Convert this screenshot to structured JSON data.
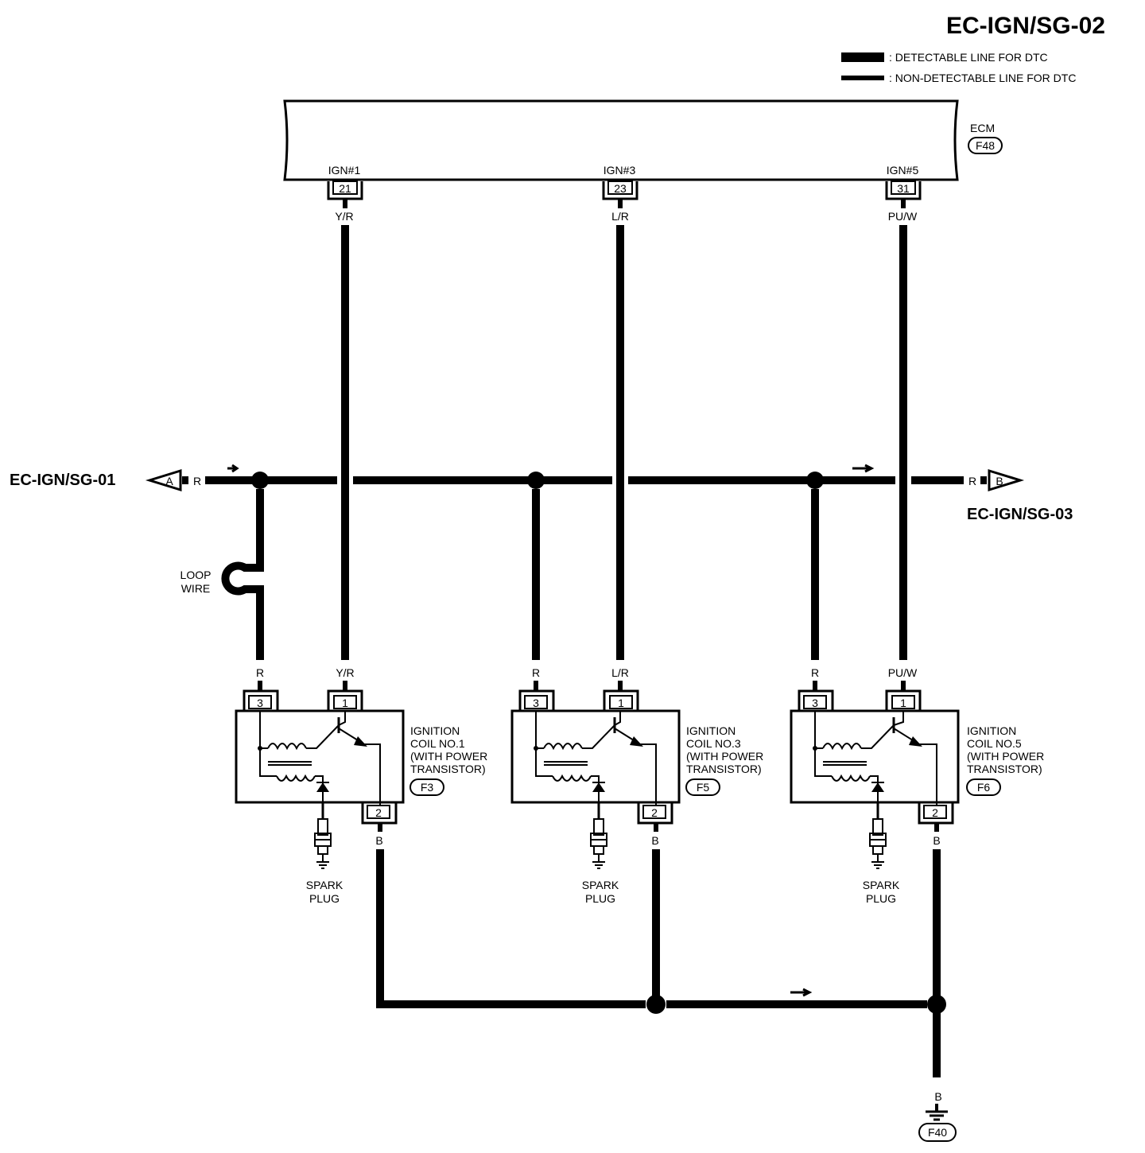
{
  "title": "EC-IGN/SG-02",
  "legend": {
    "detectable": ": DETECTABLE LINE FOR DTC",
    "non_detectable": ": NON-DETECTABLE LINE FOR DTC"
  },
  "ecm": {
    "label": "ECM",
    "connector": "F48",
    "terminals": [
      {
        "name": "IGN#1",
        "pin": "21",
        "wire": "Y/R"
      },
      {
        "name": "IGN#3",
        "pin": "23",
        "wire": "L/R"
      },
      {
        "name": "IGN#5",
        "pin": "31",
        "wire": "PU/W"
      }
    ]
  },
  "left_ref": {
    "page": "EC-IGN/SG-01",
    "letter": "A",
    "wire": "R"
  },
  "right_ref": {
    "page": "EC-IGN/SG-03",
    "letter": "B",
    "wire": "R"
  },
  "loop_wire": {
    "line1": "LOOP",
    "line2": "WIRE"
  },
  "coils": [
    {
      "wire_power": "R",
      "wire_signal": "Y/R",
      "wire_ground": "B",
      "pin_power": "3",
      "pin_signal": "1",
      "pin_ground": "2",
      "name_lines": [
        "IGNITION",
        "COIL NO.1",
        "(WITH POWER",
        "TRANSISTOR)"
      ],
      "connector": "F3",
      "spark_lines": [
        "SPARK",
        "PLUG"
      ]
    },
    {
      "wire_power": "R",
      "wire_signal": "L/R",
      "wire_ground": "B",
      "pin_power": "3",
      "pin_signal": "1",
      "pin_ground": "2",
      "name_lines": [
        "IGNITION",
        "COIL NO.3",
        "(WITH POWER",
        "TRANSISTOR)"
      ],
      "connector": "F5",
      "spark_lines": [
        "SPARK",
        "PLUG"
      ]
    },
    {
      "wire_power": "R",
      "wire_signal": "PU/W",
      "wire_ground": "B",
      "pin_power": "3",
      "pin_signal": "1",
      "pin_ground": "2",
      "name_lines": [
        "IGNITION",
        "COIL NO.5",
        "(WITH POWER",
        "TRANSISTOR)"
      ],
      "connector": "F6",
      "spark_lines": [
        "SPARK",
        "PLUG"
      ]
    }
  ],
  "ground": {
    "wire": "B",
    "connector": "F40"
  }
}
